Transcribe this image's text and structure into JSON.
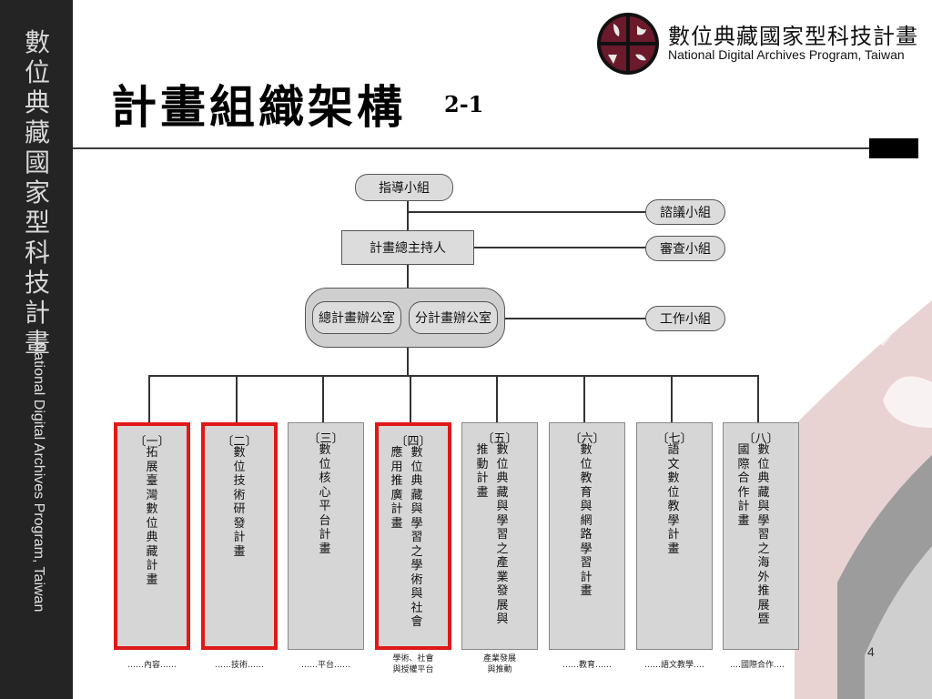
{
  "sidebar": {
    "chinese": "數位典藏國家型科技計畫",
    "english": "National Digital Archives Program, Taiwan"
  },
  "header": {
    "title": "計畫組織架構",
    "title_suffix": "2-1",
    "logo_chinese": "數位典藏國家型科技計畫",
    "logo_english": "National Digital Archives Program, Taiwan"
  },
  "org": {
    "steering": "指導小組",
    "advisory": "諮議小組",
    "pi": "計畫總主持人",
    "review": "審查小組",
    "main_office": "總計畫辦公室",
    "branch_office": "分計畫辦公室",
    "working": "工作小組",
    "subprojects": [
      {
        "num": "〔一〕",
        "col1": "拓展臺灣數位典藏計畫",
        "col2": "",
        "highlight": true,
        "category": "‥‥‥內容‥‥‥"
      },
      {
        "num": "〔二〕",
        "col1": "數位技術研發計畫",
        "col2": "",
        "highlight": true,
        "category": "‥‥‥技術‥‥‥"
      },
      {
        "num": "〔三〕",
        "col1": "數位核心平台計畫",
        "col2": "",
        "highlight": false,
        "category": "‥‥‥平台‥‥‥"
      },
      {
        "num": "〔四〕",
        "col1": "數位典藏與學習之學術與社會",
        "col2": "應用推廣計畫",
        "highlight": true,
        "category": "學術、社會\n與授權平台"
      },
      {
        "num": "〔五〕",
        "col1": "數位典藏與學習之產業發展與",
        "col2": "推動計畫",
        "highlight": false,
        "category": "產業發展\n與推動"
      },
      {
        "num": "〔六〕",
        "col1": "數位教育與網路學習計畫",
        "col2": "",
        "highlight": false,
        "category": "‥‥‥教育‥‥‥"
      },
      {
        "num": "〔七〕",
        "col1": "語文數位教學計畫",
        "col2": "",
        "highlight": false,
        "category": "‥‥‥語文教學‥‥"
      },
      {
        "num": "〔八〕",
        "col1": "數位典藏與學習之海外推展暨",
        "col2": "國際合作計畫",
        "highlight": false,
        "category": "‥‥國際合作‥‥"
      }
    ]
  },
  "page": {
    "number": "4"
  }
}
